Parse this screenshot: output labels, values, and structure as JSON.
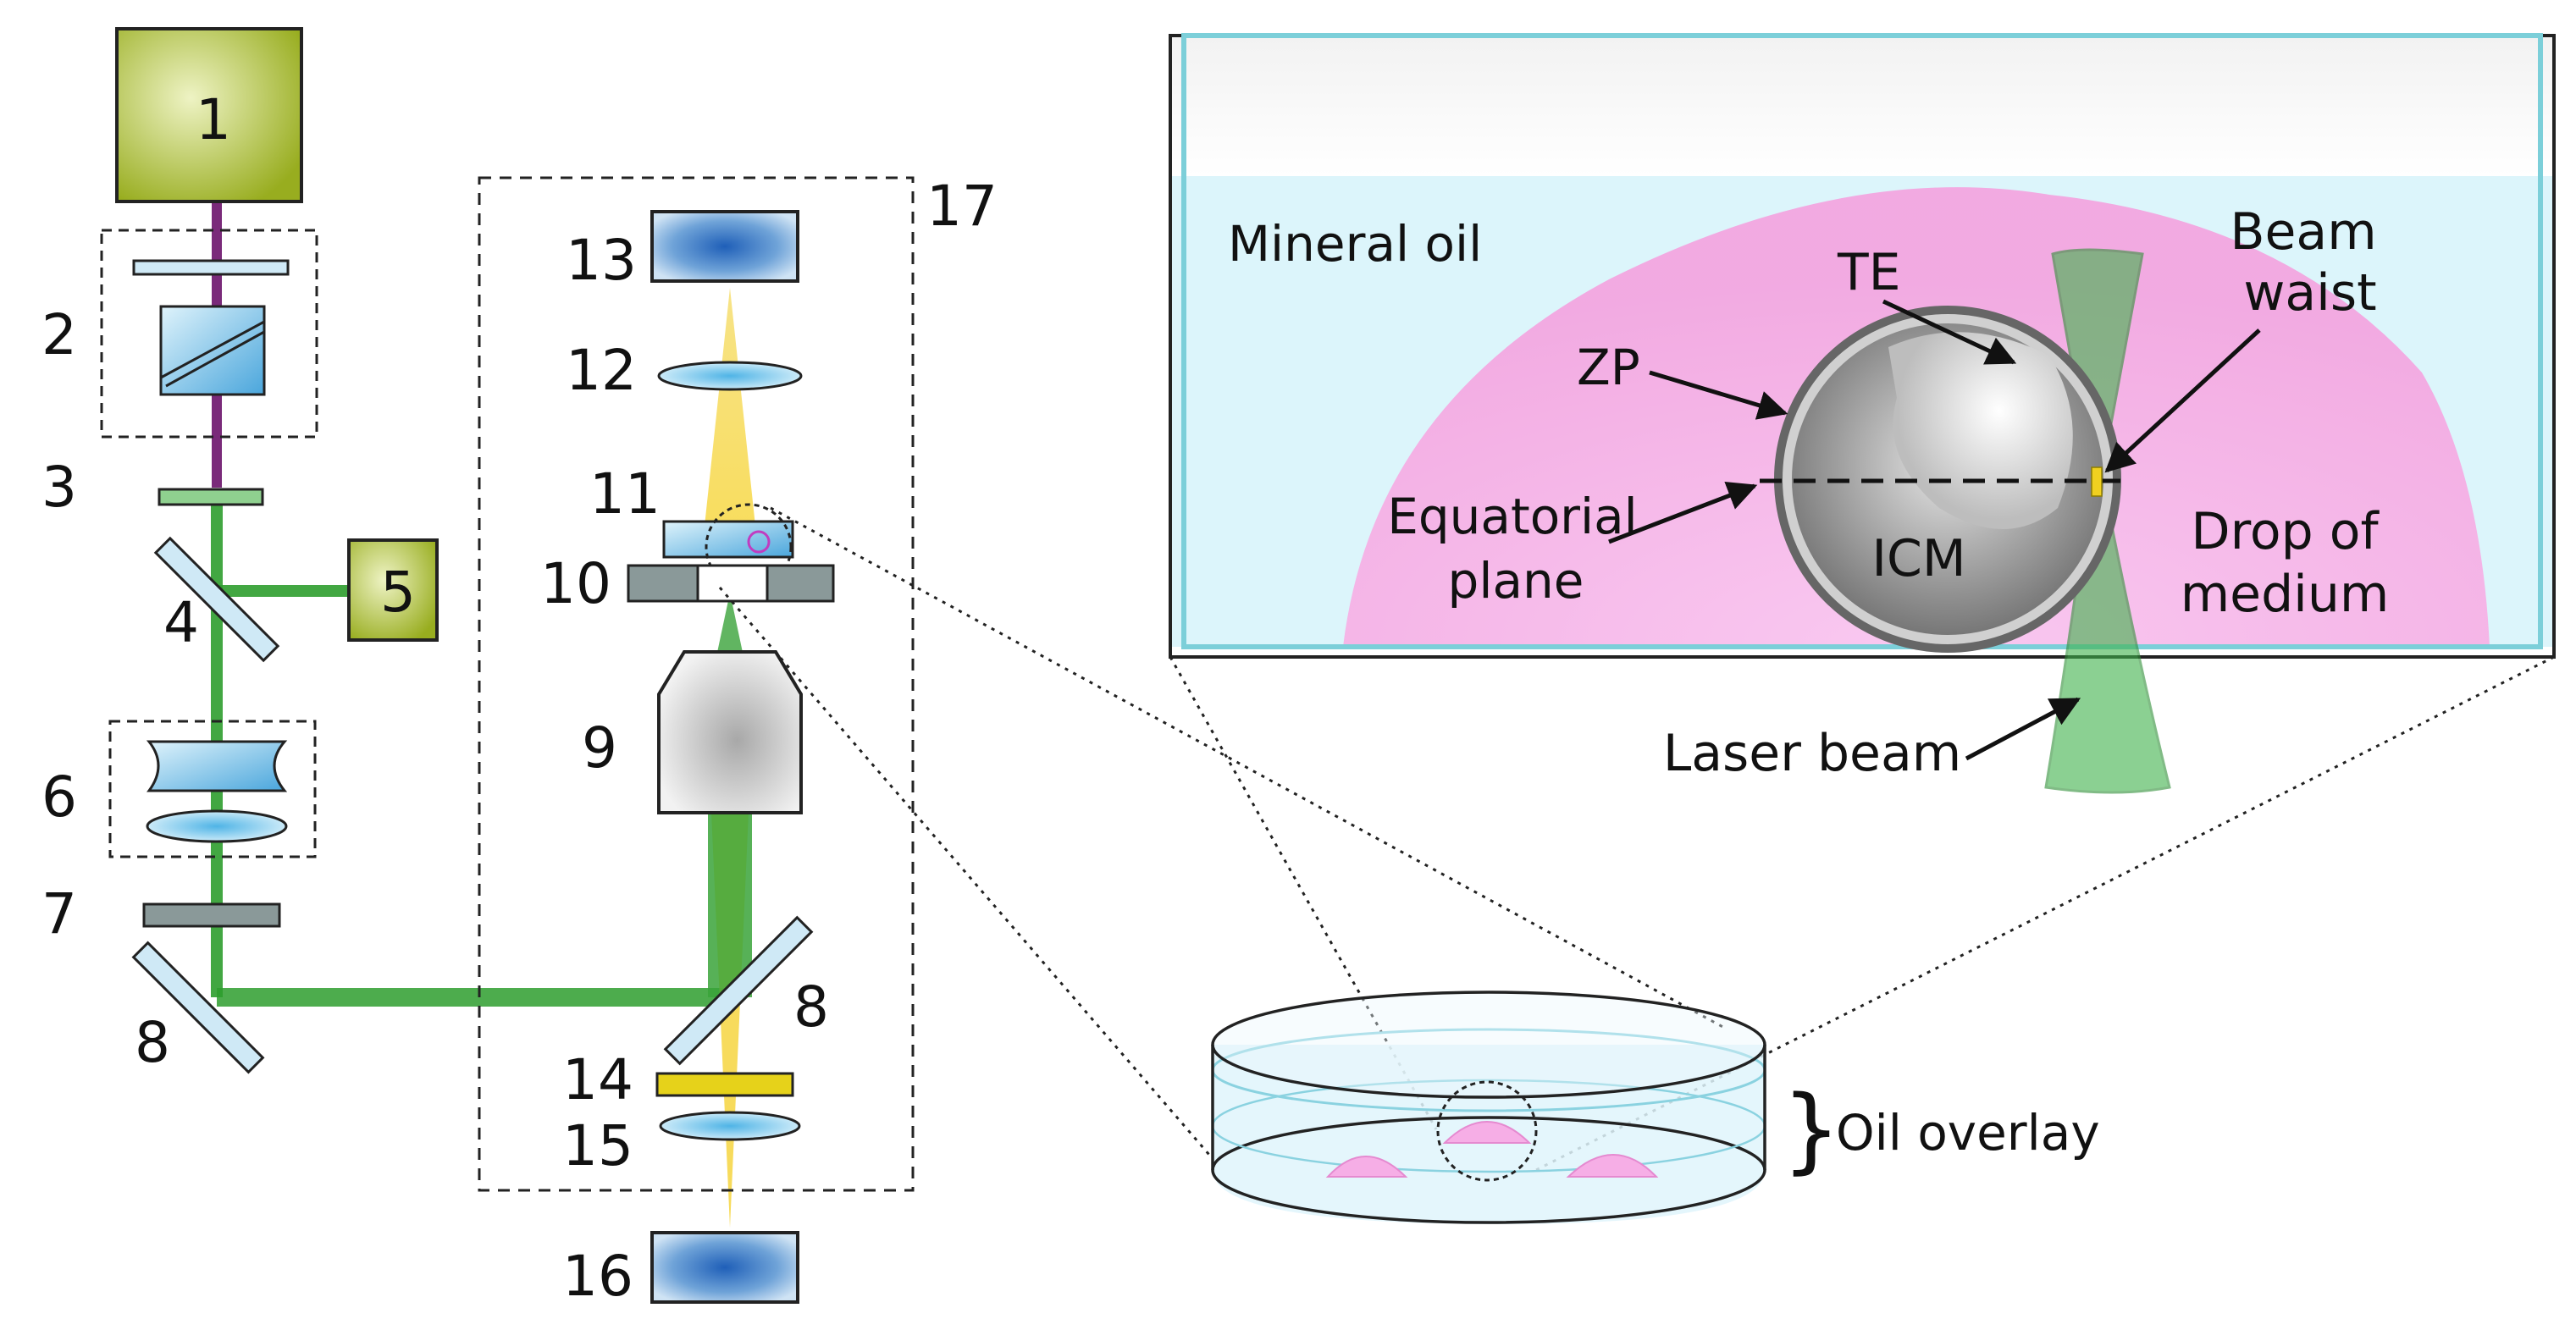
{
  "optics": {
    "components": {
      "c1": "1",
      "c2": "2",
      "c3": "3",
      "c4": "4",
      "c5": "5",
      "c6": "6",
      "c7": "7",
      "c8a": "8",
      "c8b": "8",
      "c9": "9",
      "c10": "10",
      "c11": "11",
      "c12": "12",
      "c13": "13",
      "c14": "14",
      "c15": "15",
      "c16": "16",
      "c17": "17"
    }
  },
  "inset": {
    "mineral_oil": "Mineral oil",
    "te": "TE",
    "zp": "ZP",
    "beam_waist_line1": "Beam",
    "beam_waist_line2": "waist",
    "equatorial_line1": "Equatorial",
    "equatorial_line2": "plane",
    "icm": "ICM",
    "drop_line1": "Drop of",
    "drop_line2": "medium",
    "laser_beam": "Laser beam"
  },
  "dish": {
    "oil_overlay": "Oil overlay",
    "brace": "}"
  },
  "colors": {
    "laser_green": "#2e9e2e",
    "purple_beam": "#7a2a7a",
    "yellow_light": "#f5d840",
    "oil_blue": "#d8f4fb",
    "drop_pink": "#f8b6ea",
    "box_green": "#a8bc2a"
  }
}
